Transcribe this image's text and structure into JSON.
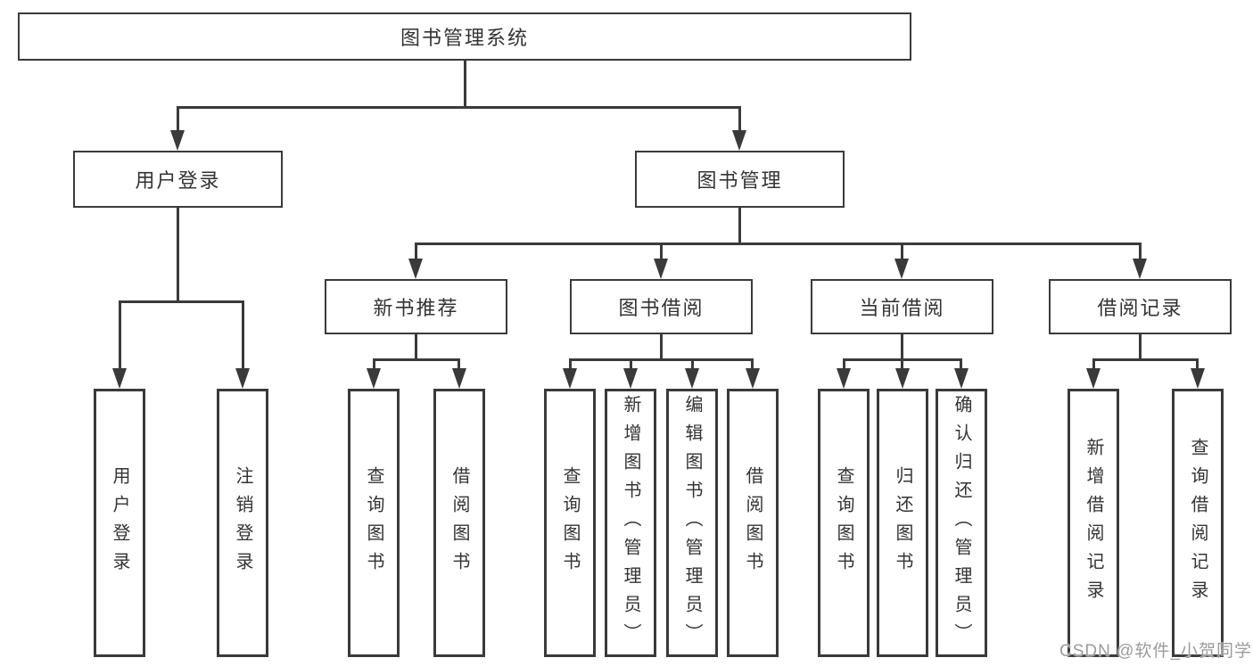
{
  "diagram": {
    "root": {
      "label": "图书管理系统",
      "children": [
        {
          "label": "用户登录",
          "children": [
            {
              "label": "用户登录"
            },
            {
              "label": "注销登录"
            }
          ]
        },
        {
          "label": "图书管理",
          "children": [
            {
              "label": "新书推荐",
              "children": [
                {
                  "label": "查询图书"
                },
                {
                  "label": "借阅图书"
                }
              ]
            },
            {
              "label": "图书借阅",
              "children": [
                {
                  "label": "查询图书"
                },
                {
                  "label": "新增图书（管理员）"
                },
                {
                  "label": "编辑图书（管理员）"
                },
                {
                  "label": "借阅图书"
                }
              ]
            },
            {
              "label": "当前借阅",
              "children": [
                {
                  "label": "查询图书"
                },
                {
                  "label": "归还图书"
                },
                {
                  "label": "确认归还（管理员）"
                }
              ]
            },
            {
              "label": "借阅记录",
              "children": [
                {
                  "label": "新增借阅记录"
                },
                {
                  "label": "查询借阅记录"
                }
              ]
            }
          ]
        }
      ]
    },
    "watermark": "CSDN @软件_小贺同学",
    "colors": {
      "line": "#3a3a3a",
      "text": "#333333",
      "watermark": "#9b9b9b",
      "background": "#ffffff"
    }
  }
}
